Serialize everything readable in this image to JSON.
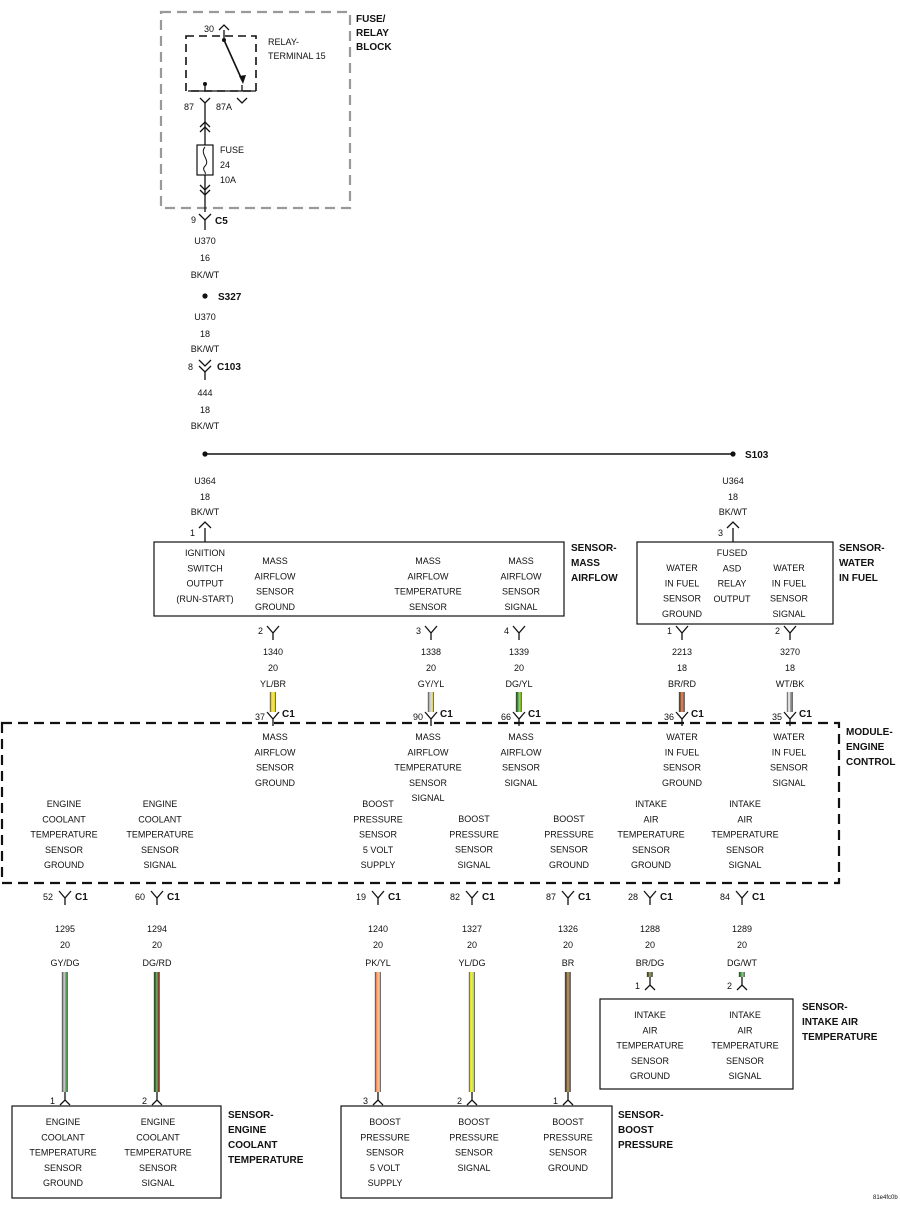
{
  "fuse_block": {
    "name": [
      "FUSE/",
      "RELAY",
      "BLOCK"
    ],
    "relay_name": [
      "RELAY-",
      "TERMINAL 15"
    ],
    "pin_30": "30",
    "pin_87": "87",
    "pin_87a": "87A",
    "fuse_text": [
      "FUSE",
      "24",
      "10A"
    ]
  },
  "trunk": {
    "c5_pin": "9",
    "c5": "C5",
    "w1": [
      "U370",
      "16",
      "BK/WT"
    ],
    "s327": "S327",
    "w2": [
      "U370",
      "18",
      "BK/WT"
    ],
    "c103_pin": "8",
    "c103": "C103",
    "w3": [
      "444",
      "18",
      "BK/WT"
    ],
    "s103": "S103",
    "left_branch": [
      "U364",
      "18",
      "BK/WT"
    ],
    "right_branch": [
      "U364",
      "18",
      "BK/WT"
    ]
  },
  "maf_sensor": {
    "name": [
      "SENSOR-",
      "MASS",
      "AIRFLOW"
    ],
    "pin1": "1",
    "cells": [
      [
        "IGNITION",
        "SWITCH",
        "OUTPUT",
        "(RUN-START)"
      ],
      [
        "MASS",
        "AIRFLOW",
        "SENSOR",
        "GROUND"
      ],
      [
        "MASS",
        "AIRFLOW",
        "TEMPERATURE",
        "SENSOR"
      ],
      [
        "MASS",
        "AIRFLOW",
        "SENSOR",
        "SIGNAL"
      ]
    ],
    "wires": [
      {
        "pin": "2",
        "circuit": "1340",
        "gauge": "20",
        "color": "YL/BR",
        "c1_pin": "37"
      },
      {
        "pin": "3",
        "circuit": "1338",
        "gauge": "20",
        "color": "GY/YL",
        "c1_pin": "90"
      },
      {
        "pin": "4",
        "circuit": "1339",
        "gauge": "20",
        "color": "DG/YL",
        "c1_pin": "66"
      }
    ]
  },
  "wif_sensor": {
    "name": [
      "SENSOR-",
      "WATER",
      "IN FUEL"
    ],
    "pin3": "3",
    "cells": [
      [
        "WATER",
        "IN FUEL",
        "SENSOR",
        "GROUND"
      ],
      [
        "FUSED",
        "ASD",
        "RELAY",
        "OUTPUT"
      ],
      [
        "WATER",
        "IN FUEL",
        "SENSOR",
        "SIGNAL"
      ]
    ],
    "wires": [
      {
        "pin": "1",
        "circuit": "2213",
        "gauge": "18",
        "color": "BR/RD",
        "c1_pin": "36"
      },
      {
        "pin": "2",
        "circuit": "3270",
        "gauge": "18",
        "color": "WT/BK",
        "c1_pin": "35"
      }
    ]
  },
  "ecm": {
    "name": [
      "MODULE-",
      "ENGINE",
      "CONTROL"
    ],
    "c1": "C1",
    "top_labels": [
      [
        "MASS",
        "AIRFLOW",
        "SENSOR",
        "GROUND"
      ],
      [
        "MASS",
        "AIRFLOW",
        "TEMPERATURE",
        "SENSOR",
        "SIGNAL"
      ],
      [
        "MASS",
        "AIRFLOW",
        "SENSOR",
        "SIGNAL"
      ],
      [
        "WATER",
        "IN FUEL",
        "SENSOR",
        "GROUND"
      ],
      [
        "WATER",
        "IN FUEL",
        "SENSOR",
        "SIGNAL"
      ]
    ],
    "bottom_labels": [
      [
        "ENGINE",
        "COOLANT",
        "TEMPERATURE",
        "SENSOR",
        "GROUND"
      ],
      [
        "ENGINE",
        "COOLANT",
        "TEMPERATURE",
        "SENSOR",
        "SIGNAL"
      ],
      [
        "BOOST",
        "PRESSURE",
        "SENSOR",
        "5 VOLT",
        "SUPPLY"
      ],
      [
        "BOOST",
        "PRESSURE",
        "SENSOR",
        "SIGNAL"
      ],
      [
        "BOOST",
        "PRESSURE",
        "SENSOR",
        "GROUND"
      ],
      [
        "INTAKE",
        "AIR",
        "TEMPERATURE",
        "SENSOR",
        "GROUND"
      ],
      [
        "INTAKE",
        "AIR",
        "TEMPERATURE",
        "SENSOR",
        "SIGNAL"
      ]
    ]
  },
  "lower_wires": [
    {
      "c1_pin": "52",
      "circuit": "1295",
      "gauge": "20",
      "color": "GY/DG",
      "sensor_pin": "1"
    },
    {
      "c1_pin": "60",
      "circuit": "1294",
      "gauge": "20",
      "color": "DG/RD",
      "sensor_pin": "2"
    },
    {
      "c1_pin": "19",
      "circuit": "1240",
      "gauge": "20",
      "color": "PK/YL",
      "sensor_pin": "3"
    },
    {
      "c1_pin": "82",
      "circuit": "1327",
      "gauge": "20",
      "color": "YL/DG",
      "sensor_pin": "2"
    },
    {
      "c1_pin": "87",
      "circuit": "1326",
      "gauge": "20",
      "color": "BR",
      "sensor_pin": "1"
    },
    {
      "c1_pin": "28",
      "circuit": "1288",
      "gauge": "20",
      "color": "BR/DG",
      "sensor_pin": "1"
    },
    {
      "c1_pin": "84",
      "circuit": "1289",
      "gauge": "20",
      "color": "DG/WT",
      "sensor_pin": "2"
    }
  ],
  "iat_sensor": {
    "name": [
      "SENSOR-",
      "INTAKE AIR",
      "TEMPERATURE"
    ],
    "cells": [
      [
        "INTAKE",
        "AIR",
        "TEMPERATURE",
        "SENSOR",
        "GROUND"
      ],
      [
        "INTAKE",
        "AIR",
        "TEMPERATURE",
        "SENSOR",
        "SIGNAL"
      ]
    ]
  },
  "ect_sensor": {
    "name": [
      "SENSOR-",
      "ENGINE",
      "COOLANT",
      "TEMPERATURE"
    ],
    "cells": [
      [
        "ENGINE",
        "COOLANT",
        "TEMPERATURE",
        "SENSOR",
        "GROUND"
      ],
      [
        "ENGINE",
        "COOLANT",
        "TEMPERATURE",
        "SENSOR",
        "SIGNAL"
      ]
    ]
  },
  "boost_sensor": {
    "name": [
      "SENSOR-",
      "BOOST",
      "PRESSURE"
    ],
    "cells": [
      [
        "BOOST",
        "PRESSURE",
        "SENSOR",
        "5 VOLT",
        "SUPPLY"
      ],
      [
        "BOOST",
        "PRESSURE",
        "SENSOR",
        "SIGNAL"
      ],
      [
        "BOOST",
        "PRESSURE",
        "SENSOR",
        "GROUND"
      ]
    ]
  },
  "figure_id": "81e4fc0b",
  "wire_colors": {
    "YL/BR": [
      "#e3d21c",
      "#e3d21c"
    ],
    "GY/YL": [
      "#b8b8b0",
      "#d8d26a"
    ],
    "DG/YL": [
      "#2e8b1e",
      "#7aae1a"
    ],
    "BR/RD": [
      "#8b5a2b",
      "#c0421e"
    ],
    "WT/BK": [
      "#d8d8d8",
      "#777777"
    ],
    "GY/DG": [
      "#a8a8a8",
      "#3f8f3f"
    ],
    "DG/RD": [
      "#2e7d1e",
      "#7a2a1a"
    ],
    "PK/YL": [
      "#f28a5a",
      "#f2a060"
    ],
    "YL/DG": [
      "#e2e020",
      "#bcd81e"
    ],
    "BR": [
      "#7a5a2a",
      "#7a5a2a"
    ],
    "BR/DG": [
      "#6b5a2a",
      "#3a6a1e"
    ],
    "DG/WT": [
      "#2e8b2e",
      "#5aa05a"
    ]
  }
}
